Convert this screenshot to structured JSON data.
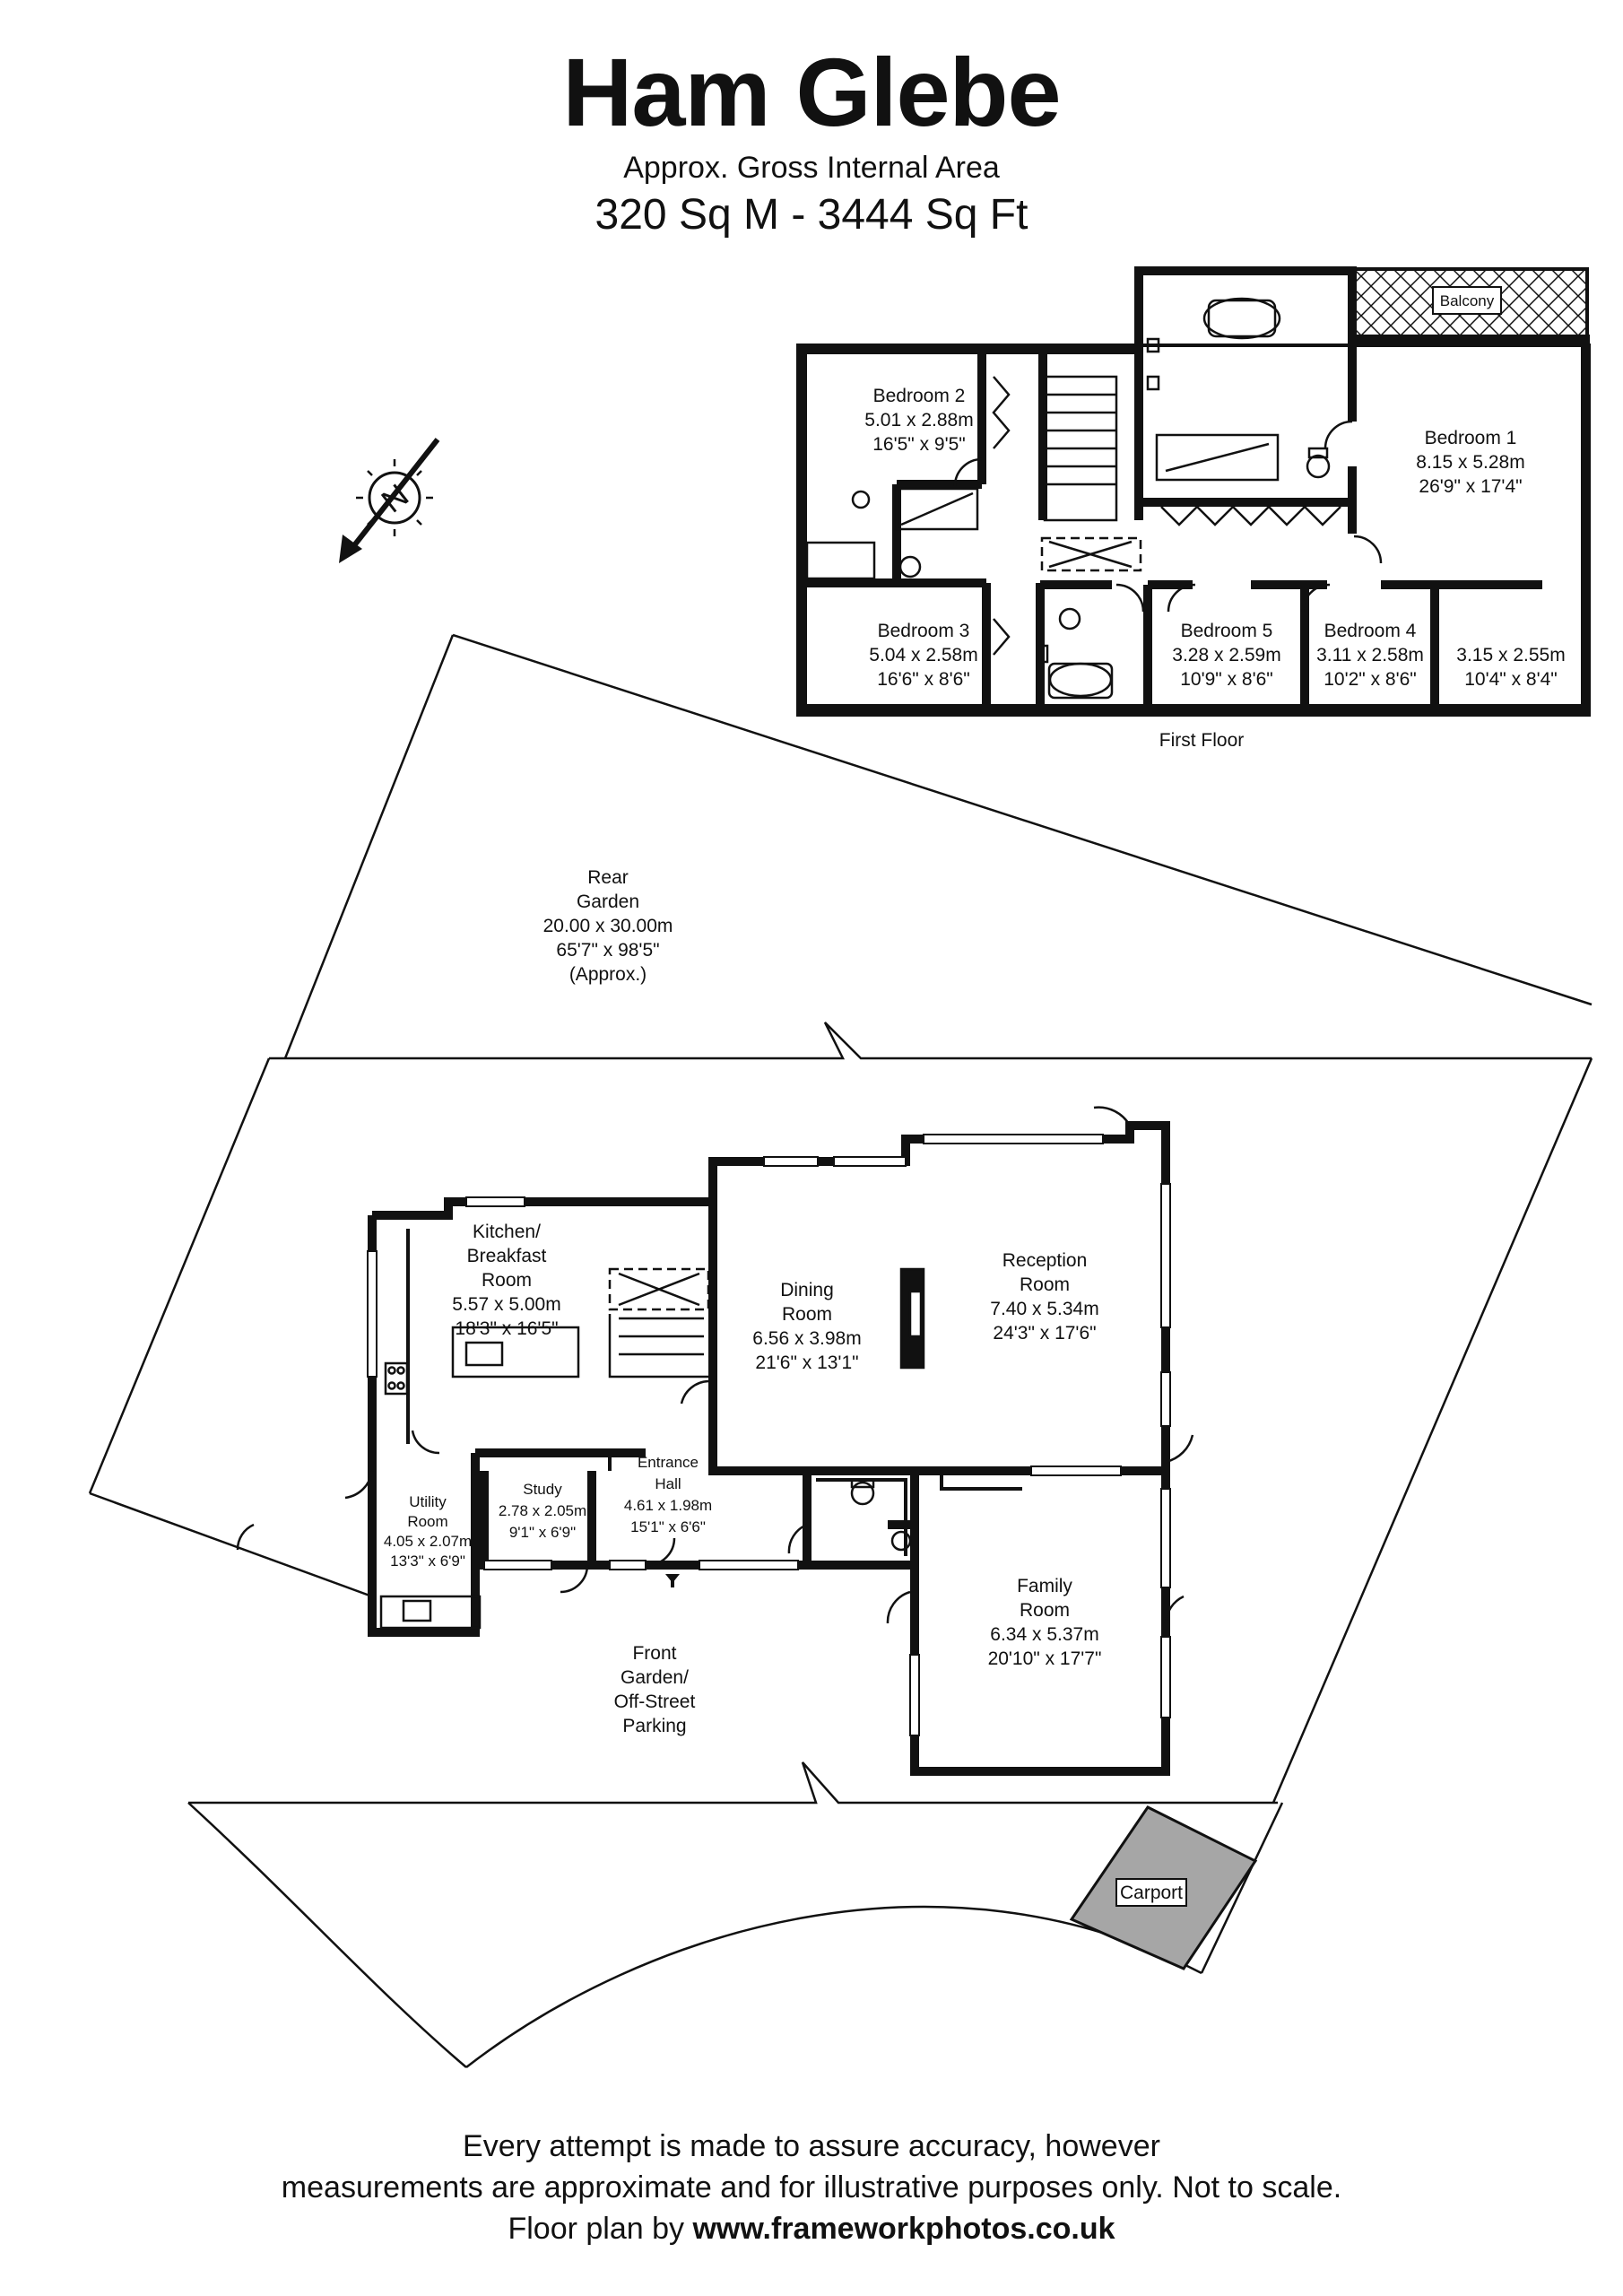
{
  "header": {
    "title": "Ham Glebe",
    "subtitle": "Approx. Gross Internal Area",
    "area": "320 Sq M - 3444 Sq Ft"
  },
  "compass": {
    "letter": "N"
  },
  "first_floor": {
    "floor_label": "First Floor",
    "balcony": "Balcony",
    "rooms": [
      {
        "name": "Bedroom 2",
        "metric": "5.01 x 2.88m",
        "imperial": "16'5\" x 9'5\""
      },
      {
        "name": "Bedroom 1",
        "metric": "8.15 x 5.28m",
        "imperial": "26'9\" x 17'4\""
      },
      {
        "name": "Bedroom 3",
        "metric": "5.04 x 2.58m",
        "imperial": "16'6\" x 8'6\""
      },
      {
        "name": "Bedroom 5",
        "metric": "3.28 x 2.59m",
        "imperial": "10'9\" x 8'6\""
      },
      {
        "name": "Bedroom 4",
        "metric": "3.11 x 2.58m",
        "imperial": "10'2\" x 8'6\""
      },
      {
        "name": "",
        "metric": "3.15 x 2.55m",
        "imperial": "10'4\" x 8'4\""
      }
    ]
  },
  "ground_floor": {
    "rear_garden": {
      "line1": "Rear",
      "line2": "Garden",
      "metric": "20.00 x 30.00m",
      "imperial": "65'7\" x 98'5\"",
      "note": "(Approx.)"
    },
    "kitchen": {
      "line1": "Kitchen/",
      "line2": "Breakfast",
      "line3": "Room",
      "metric": "5.57 x 5.00m",
      "imperial": "18'3\" x 16'5\""
    },
    "dining": {
      "line1": "Dining",
      "line2": "Room",
      "metric": "6.56 x 3.98m",
      "imperial": "21'6\" x 13'1\""
    },
    "reception": {
      "line1": "Reception",
      "line2": "Room",
      "metric": "7.40 x 5.34m",
      "imperial": "24'3\" x 17'6\""
    },
    "utility": {
      "line1": "Utility",
      "line2": "Room",
      "metric": "4.05 x 2.07m",
      "imperial": "13'3\" x 6'9\""
    },
    "study": {
      "line1": "Study",
      "metric": "2.78 x 2.05m",
      "imperial": "9'1\" x 6'9\""
    },
    "entrance": {
      "line1": "Entrance",
      "line2": "Hall",
      "metric": "4.61 x 1.98m",
      "imperial": "15'1\" x 6'6\""
    },
    "family": {
      "line1": "Family",
      "line2": "Room",
      "metric": "6.34 x 5.37m",
      "imperial": "20'10\" x 17'7\""
    },
    "front_garden": {
      "line1": "Front",
      "line2": "Garden/",
      "line3": "Off-Street",
      "line4": "Parking"
    },
    "carport": "Carport"
  },
  "footer": {
    "line1": "Every attempt is made to assure accuracy, however",
    "line2": "measurements are approximate and for illustrative purposes only. Not to scale.",
    "prefix": "Floor plan by ",
    "url": "www.frameworkphotos.co.uk"
  },
  "colors": {
    "wall": "#111111",
    "carport": "#a6a6a6",
    "background": "#ffffff"
  }
}
